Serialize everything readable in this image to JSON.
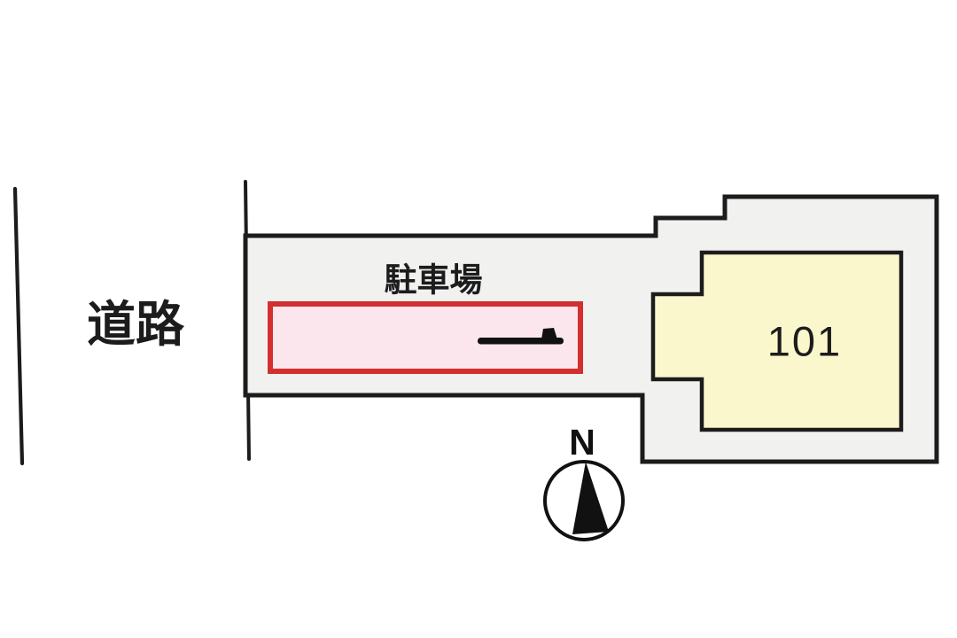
{
  "diagram": {
    "type": "property-site-plan",
    "road_label": "道路",
    "parking_label": "駐車場",
    "unit_label": "101",
    "compass_label": "N",
    "colors": {
      "line": "#1c1c1c",
      "plot_fill": "#f1f1ef",
      "building_fill": "#fbf7cd",
      "parking_fill": "#fce6ee",
      "parking_border": "#d32f2f",
      "mark": "#111111"
    }
  }
}
